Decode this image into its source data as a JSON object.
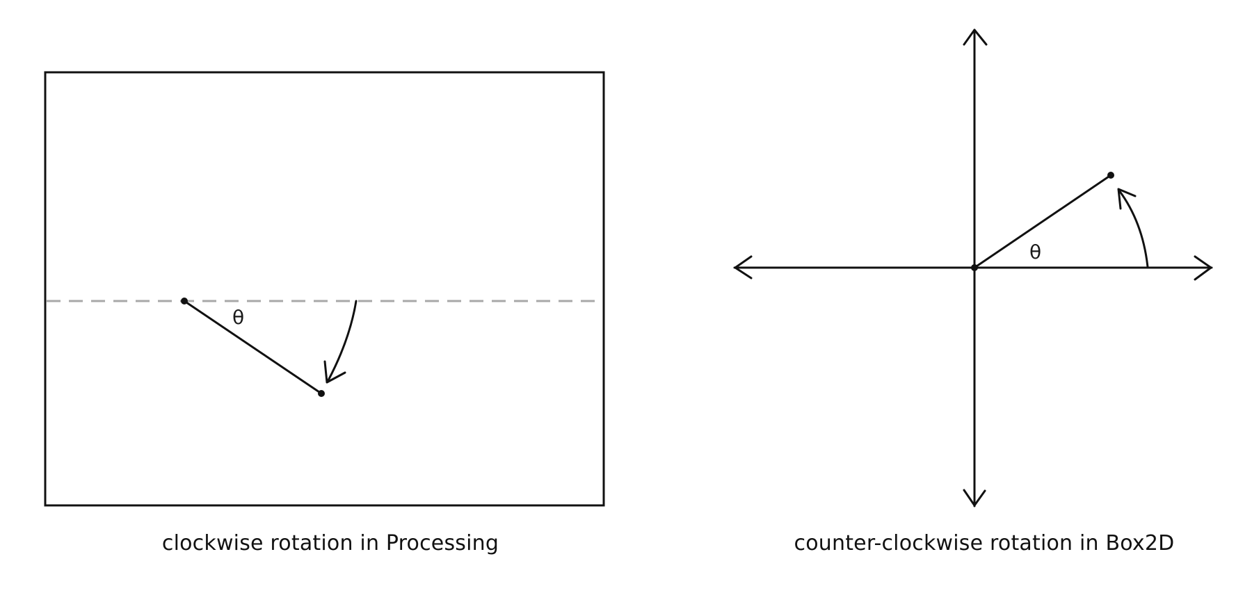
{
  "left_panel": {
    "angle_label": "θ",
    "caption": "clockwise rotation in Processing"
  },
  "right_panel": {
    "angle_label": "θ",
    "caption": "counter-clockwise rotation in Box2D"
  },
  "colors": {
    "ink": "#111111",
    "dashed_reference": "#a8a8a8",
    "background": "#ffffff"
  }
}
